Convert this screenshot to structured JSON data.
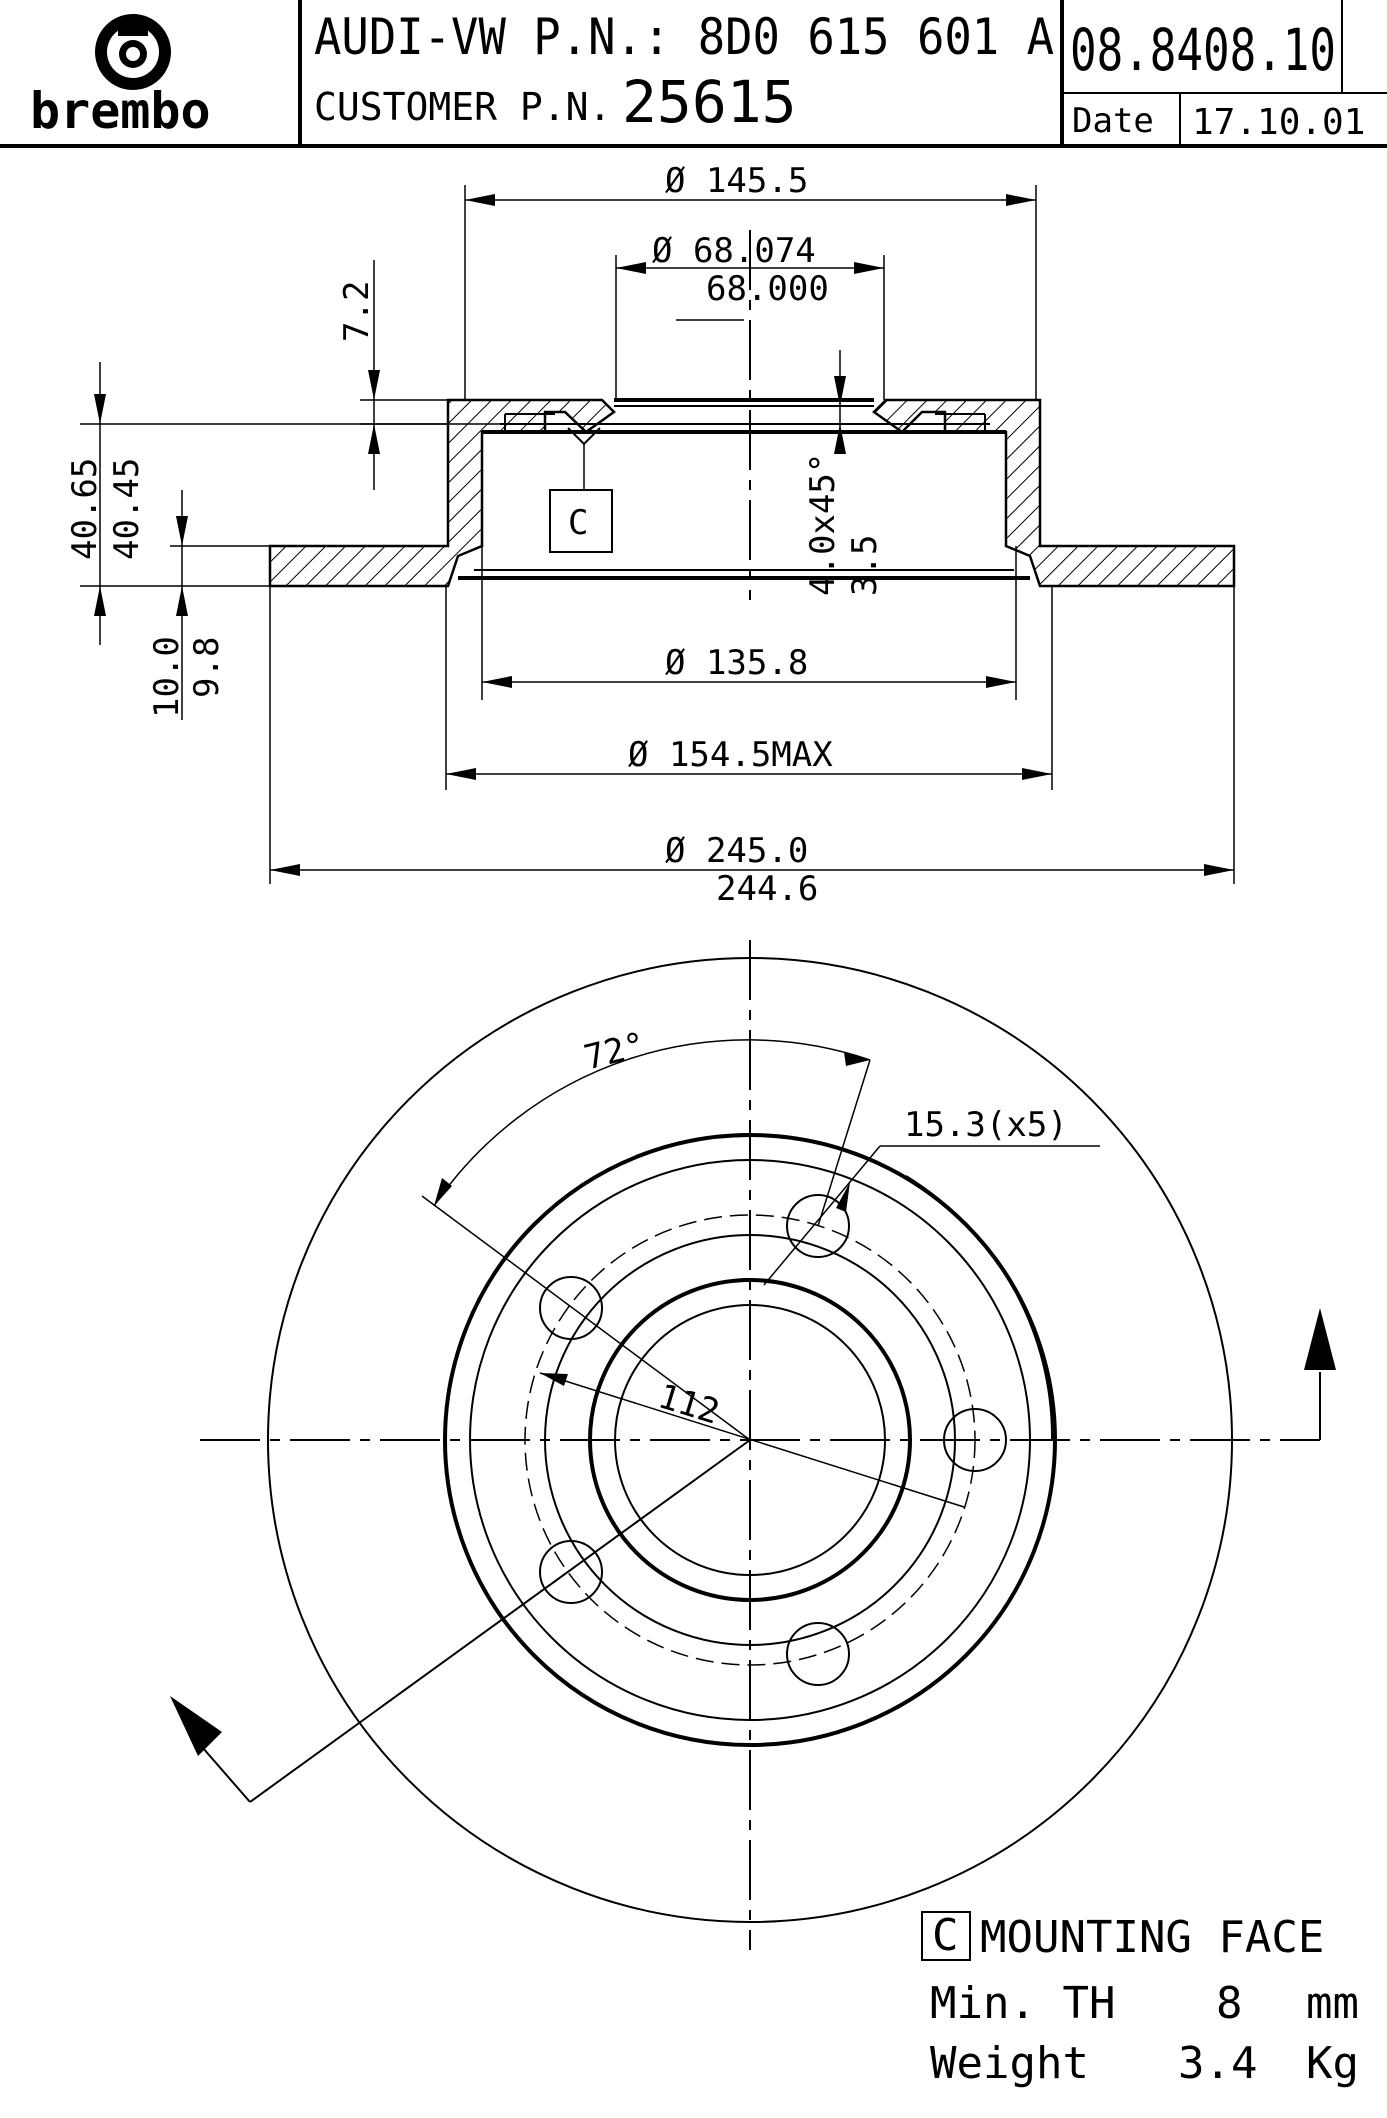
{
  "header": {
    "brand": "brembo",
    "oem_line": "AUDI-VW P.N.: 8D0 615 601 A",
    "customer_label": "CUSTOMER P.N.",
    "customer_pn": "25615",
    "brembo_code": "08.8408.10",
    "date_label": "Date",
    "date_value": "17.10.01"
  },
  "dimensions": {
    "d_outer_hat": "Ø 145.5",
    "d_center_bore_max": "Ø 68.074",
    "d_center_bore_min": "68.000",
    "hat_depth": "7.2",
    "height_max": "40.65",
    "height_min": "40.45",
    "chamfer": "4.0x45°",
    "offset": "3.5",
    "thickness_max": "10.0",
    "thickness_min": "9.8",
    "d_inner_hat": "Ø 135.8",
    "d_hat_max": "Ø 154.5MAX",
    "d_disc_max": "Ø 245.0",
    "d_disc_min": "244.6",
    "reference_c": "C",
    "bolt_angle": "72°",
    "bolt_holes": "15.3(x5)",
    "pcd": "112"
  },
  "notes": {
    "mounting_symbol": "C",
    "mounting_face": "MOUNTING FACE",
    "min_th_label": "Min. TH",
    "min_th_value": "8",
    "min_th_unit": "mm",
    "weight_label": "Weight",
    "weight_value": "3.4",
    "weight_unit": "Kg"
  }
}
